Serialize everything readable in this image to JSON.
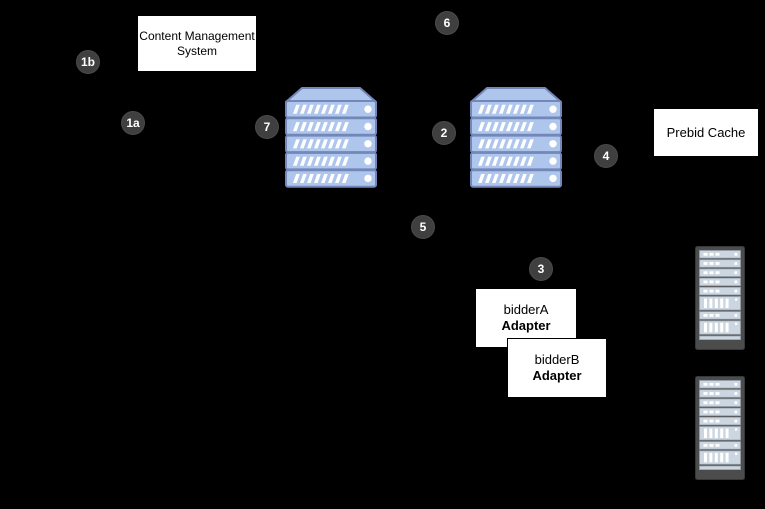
{
  "boxes": {
    "cms": {
      "line1": "Content Management",
      "line2": "System"
    },
    "prebid_cache": {
      "label": "Prebid Cache"
    },
    "bidder_a": {
      "line1": "bidderA",
      "line2": "Adapter"
    },
    "bidder_b": {
      "line1": "bidderB",
      "line2": "Adapter"
    }
  },
  "markers": {
    "m1b": "1b",
    "m1a": "1a",
    "m2": "2",
    "m3": "3",
    "m4": "4",
    "m5": "5",
    "m6": "6",
    "m7": "7"
  },
  "icons": {
    "server_stack_left": "server-stack-icon",
    "server_stack_right": "server-stack-icon",
    "server_rack_top": "server-rack-icon",
    "server_rack_bottom": "server-rack-icon"
  },
  "colors": {
    "canvas-bg": "#000000",
    "circle-fill": "#3f3f3f",
    "circle-border": "#4a4a4a",
    "circle-text": "#ffffff",
    "box-bg": "#ffffff",
    "box-border": "#000000",
    "box-text": "#000000",
    "stack-fill": "#aec6ec",
    "stack-stroke": "#7387b8",
    "stack-detail": "#ffffff",
    "rack-frame": "#4c4c4c",
    "rack-unit": "#ccd6e0",
    "rack-unit-stroke": "#96a0aa",
    "rack-detail": "#ffffff"
  }
}
